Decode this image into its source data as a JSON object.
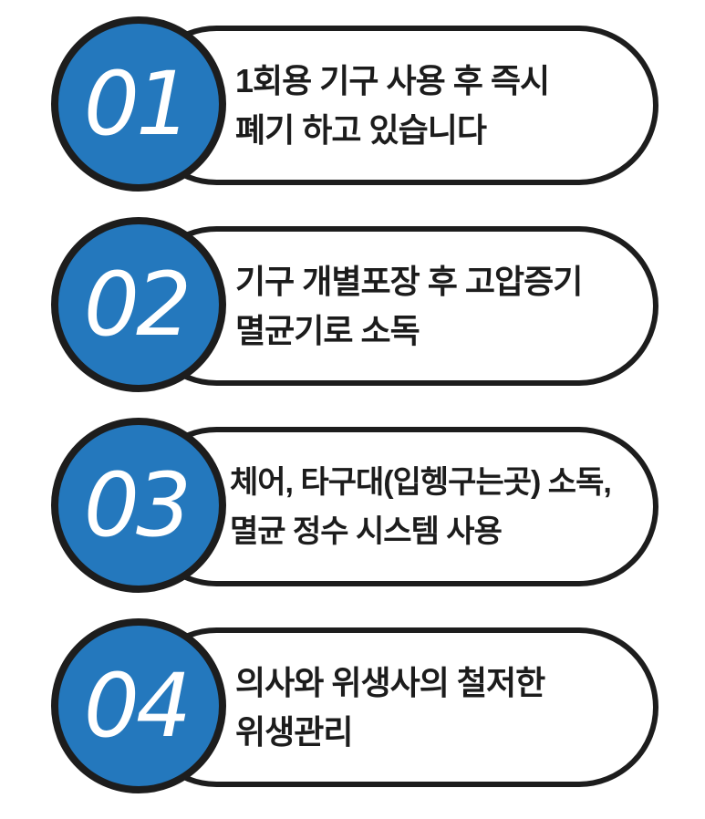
{
  "page": {
    "description_label": "dental-hygiene-steps-infographic",
    "background": "#ffffff"
  },
  "colors": {
    "blue": "#2478bd",
    "outline": "#1d1d1d",
    "text": "#1c1c1c",
    "numwhite": "#ffffff",
    "bg": "#ffffff"
  },
  "steps": [
    {
      "number": "01",
      "line1": "1회용 기구 사용 후 즉시",
      "line2": "폐기 하고 있습니다"
    },
    {
      "number": "02",
      "line1": "기구 개별포장 후 고압증기",
      "line2": "멸균기로 소독"
    },
    {
      "number": "03",
      "line1": "체어, 타구대(입헹구는곳) 소독,",
      "line2": "멸균 정수 시스템 사용"
    },
    {
      "number": "04",
      "line1": "의사와 위생사의 철저한",
      "line2": "위생관리"
    }
  ]
}
